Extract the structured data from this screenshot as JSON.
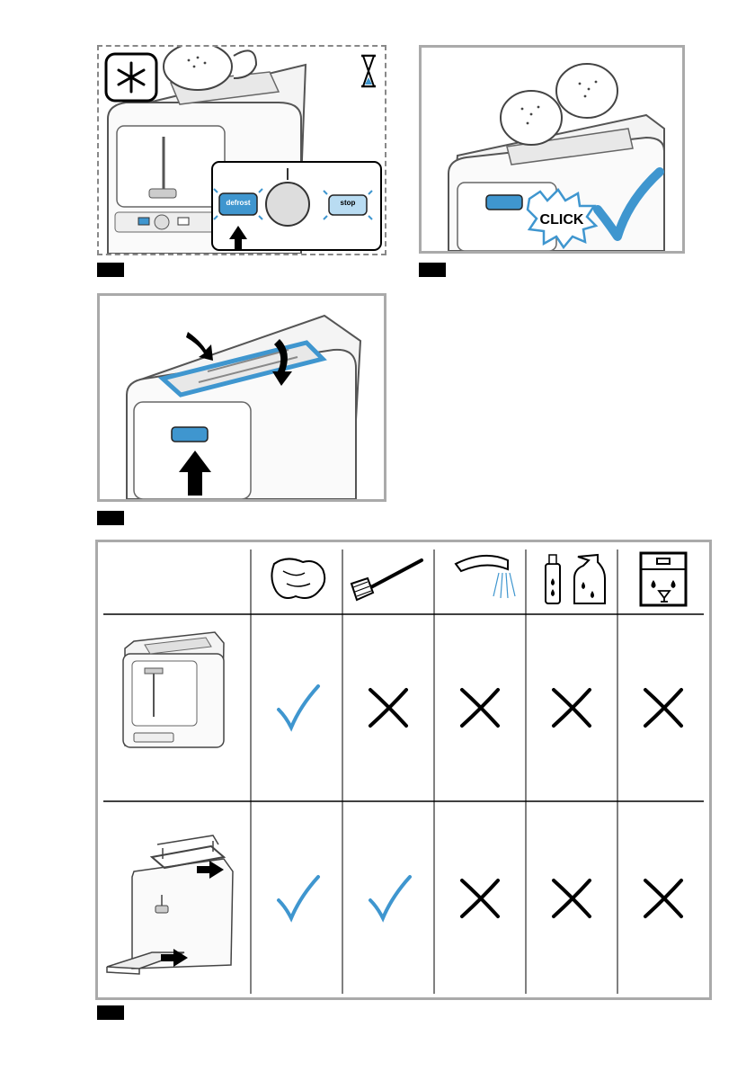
{
  "panel1": {
    "defrost_label": "defrost",
    "stop_label": "stop",
    "icons": [
      "snowflake-icon",
      "hourglass-icon",
      "press-arrow-icon"
    ]
  },
  "panel2": {
    "click_label": "CLICK",
    "icons": [
      "checkmark-icon"
    ]
  },
  "panel3": {
    "icons": [
      "lowering-arrow-icon",
      "lift-arrow-icon"
    ]
  },
  "table": {
    "columns": [
      "damp-cloth-icon",
      "brush-icon",
      "tap-water-icon",
      "spray-cleaner-icon",
      "dishwasher-icon"
    ],
    "rows": [
      {
        "item": "toaster-body",
        "marks": [
          "check",
          "cross",
          "cross",
          "cross",
          "cross"
        ]
      },
      {
        "item": "bun-warmer-and-crumb-tray",
        "marks": [
          "check",
          "check",
          "cross",
          "cross",
          "cross"
        ]
      }
    ]
  },
  "colors": {
    "accent_blue": "#3f96cf",
    "light_blue": "#b9dcf2",
    "check_blue": "#3f96cf",
    "border_grey": "#aaaaaa"
  }
}
